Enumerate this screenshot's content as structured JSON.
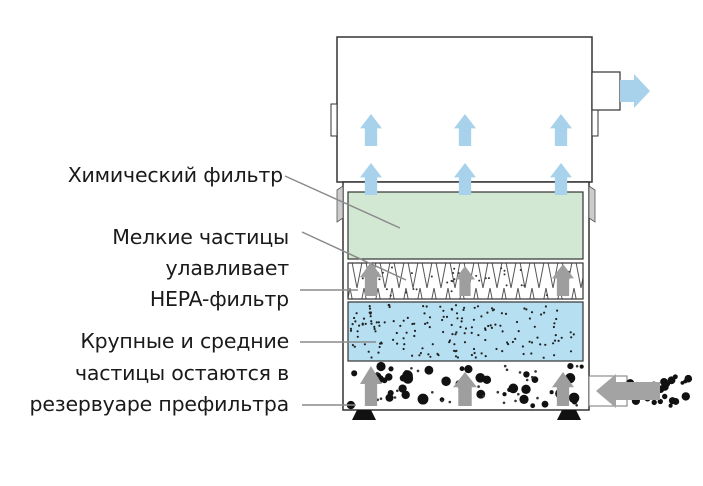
{
  "labels": {
    "chemical_filter": "Химический фильтр",
    "hepa_line1": "Мелкие частицы",
    "hepa_line2": "улавливает",
    "hepa_line3": "HEPA-фильтр",
    "prefilter_line1": "Крупные и средние",
    "prefilter_line2": "частицы остаются в",
    "prefilter_line3": "резервуаре префильтра"
  },
  "colors": {
    "chemical_filter_fill": "#d2e8d2",
    "prefilter_fill": "#b6e0f2",
    "air_arrow": "#a8d2ec",
    "intake_arrow": "#a3a3a3",
    "leader_line": "#8a8a8a",
    "outline": "#333333"
  }
}
